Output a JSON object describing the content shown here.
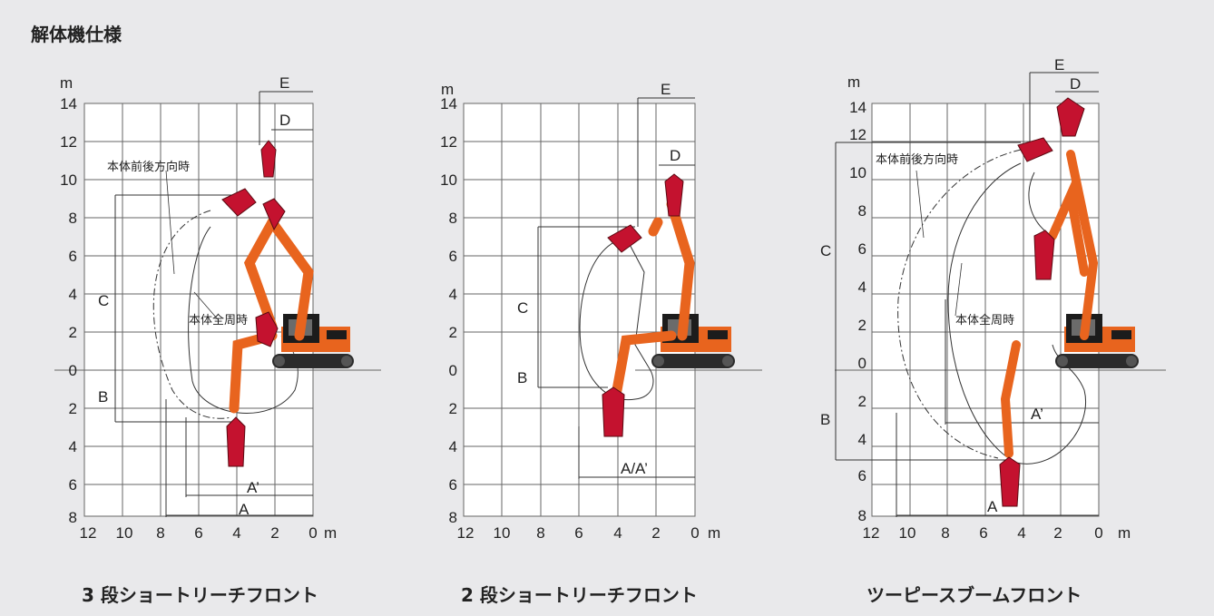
{
  "header": {
    "title": "解体機仕様"
  },
  "colors": {
    "machine_orange": "#e8641e",
    "attachment_red": "#c4122f",
    "grid": "#666666",
    "background": "#e9e9eb"
  },
  "diagrams": [
    {
      "caption": "3 段ショートリーチフロント",
      "y_unit": "m",
      "x_unit": "m",
      "y_ticks": [
        "14",
        "12",
        "10",
        "8",
        "6",
        "4",
        "2",
        "0",
        "2",
        "4",
        "6",
        "8"
      ],
      "x_ticks": [
        "12",
        "10",
        "8",
        "6",
        "4",
        "2",
        "0"
      ],
      "dims": {
        "A": "A",
        "A_prime": "A’",
        "B": "B",
        "C": "C",
        "D": "D",
        "E": "E"
      },
      "notes": {
        "front_rear": "本体前後方向時",
        "full_swing": "本体全周時"
      }
    },
    {
      "caption": "2 段ショートリーチフロント",
      "y_unit": "m",
      "x_unit": "m",
      "y_ticks": [
        "14",
        "12",
        "10",
        "8",
        "6",
        "4",
        "2",
        "0",
        "2",
        "4",
        "6",
        "8"
      ],
      "x_ticks": [
        "12",
        "10",
        "8",
        "6",
        "4",
        "2",
        "0"
      ],
      "dims": {
        "A_A_prime": "A/A’",
        "B": "B",
        "C": "C",
        "D": "D",
        "E": "E"
      }
    },
    {
      "caption": "ツーピースブームフロント",
      "y_unit": "m",
      "x_unit": "m",
      "y_ticks": [
        "14",
        "12",
        "10",
        "8",
        "6",
        "4",
        "2",
        "0",
        "2",
        "4",
        "6",
        "8"
      ],
      "x_ticks": [
        "12",
        "10",
        "8",
        "6",
        "4",
        "2",
        "0"
      ],
      "dims": {
        "A": "A",
        "A_prime": "A’",
        "B": "B",
        "C": "C",
        "D": "D",
        "E": "E"
      },
      "notes": {
        "front_rear": "本体前後方向時",
        "full_swing": "本体全周時"
      }
    }
  ]
}
